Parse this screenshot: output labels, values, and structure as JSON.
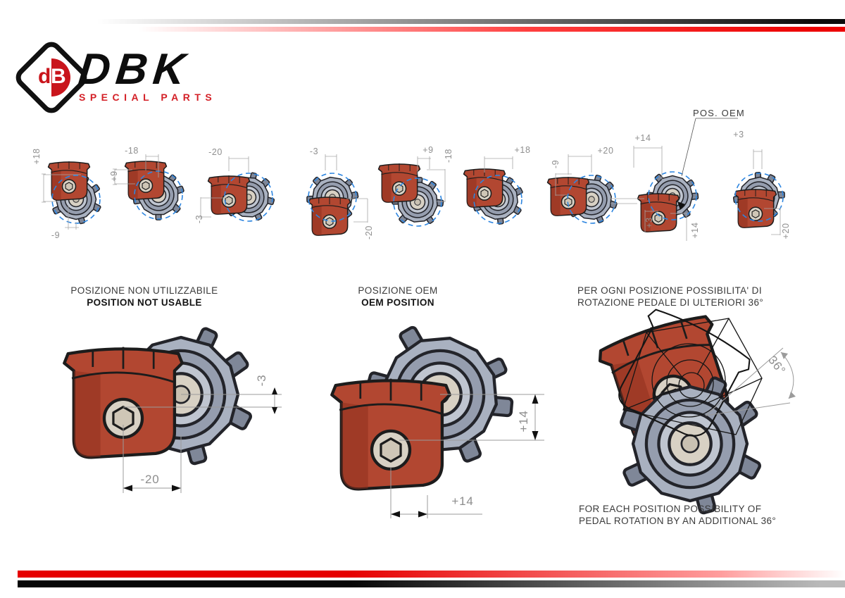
{
  "brand": {
    "name": "DBK",
    "tagline": "SPECIAL PARTS",
    "monogram_d": "d",
    "monogram_b": "B"
  },
  "colors": {
    "brand_red": "#d42027",
    "stripe_red": "#e60000",
    "stripe_black": "#0b0b0b",
    "reservoir_red": "#b24731",
    "pump_gray": "#a9b1c0",
    "dashed_circle_blue": "#2e86e0",
    "dimension_gray": "#8f8f8f"
  },
  "pos_oem_label": "POS. OEM",
  "mini_figures": [
    {
      "dims": [
        "+18",
        "-9"
      ]
    },
    {
      "dims": [
        "-18",
        "+9"
      ]
    },
    {
      "dims": [
        "-20",
        "-3"
      ]
    },
    {
      "dims": [
        "-3",
        "-20"
      ]
    },
    {
      "dims": [
        "+9",
        "-18"
      ]
    },
    {
      "dims": [
        "+18"
      ]
    },
    {
      "dims": [
        "+20",
        "-9"
      ]
    },
    {
      "dims": [
        "+14",
        "+3",
        "+14"
      ]
    },
    {
      "dims": [
        "+3",
        "+20"
      ]
    }
  ],
  "sections": [
    {
      "title_it": "POSIZIONE NON UTILIZZABILE",
      "title_en": "POSITION NOT USABLE"
    },
    {
      "title_it": "POSIZIONE OEM",
      "title_en": "OEM POSITION"
    },
    {
      "title_it_line1": "PER OGNI POSIZIONE POSSIBILITA' DI",
      "title_it_line2": "ROTAZIONE PEDALE DI ULTERIORI 36°"
    }
  ],
  "large_figures": [
    {
      "dims": [
        "-3",
        "-20"
      ]
    },
    {
      "dims": [
        "+14",
        "+14"
      ]
    },
    {
      "dims": [
        "36°"
      ]
    }
  ],
  "footer_note": {
    "line1": "FOR EACH POSITION POSSIBILITY OF",
    "line2": "PEDAL ROTATION BY AN ADDITIONAL 36°"
  }
}
